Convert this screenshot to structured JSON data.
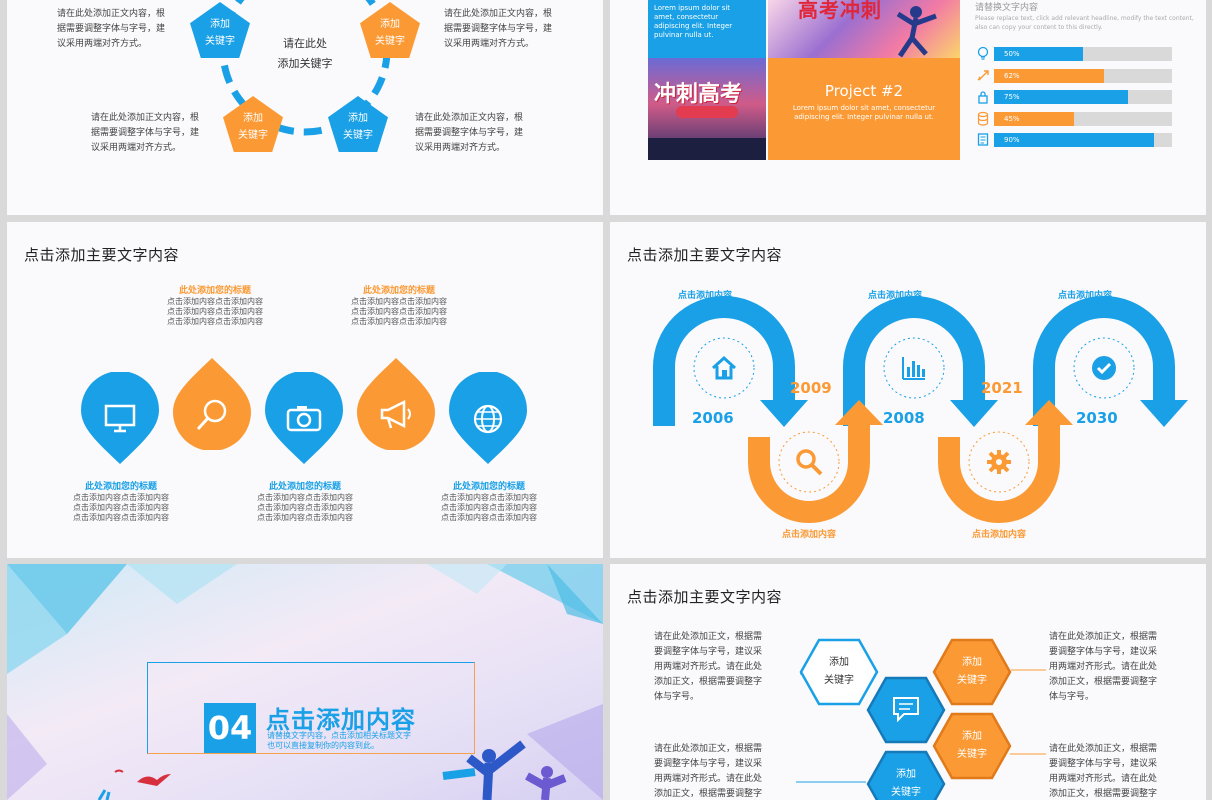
{
  "s1": {
    "center": [
      "请在此处",
      "添加关键字"
    ],
    "pentagons": [
      {
        "l1": "添加",
        "l2": "关键字",
        "color": "#1aa0e6"
      },
      {
        "l1": "添加",
        "l2": "关键字",
        "color": "#fb9a35"
      },
      {
        "l1": "添加",
        "l2": "关键字",
        "color": "#fb9a35"
      },
      {
        "l1": "添加",
        "l2": "关键字",
        "color": "#1aa0e6"
      }
    ],
    "texts": [
      [
        "请在此处添加正文内容，根",
        "据需要调整字体与字号，建",
        "议采用两端对齐方式。"
      ],
      [
        "请在此处添加正文内容，根",
        "据需要调整字体与字号，建",
        "议采用两端对齐方式。"
      ],
      [
        "请在此处添加正文内容，根",
        "据需要调整字体与字号，建",
        "议采用两端对齐方式。"
      ],
      [
        "请在此处添加正文内容，根",
        "据需要调整字体与字号，建",
        "议采用两端对齐方式。"
      ]
    ]
  },
  "s2": {
    "blue_text": [
      "Lorem ipsum dolor sit",
      "amet, consectetur",
      "adipiscing elit. Integer",
      "pulvinar nulla ut."
    ],
    "project_title": "Project #2",
    "project_text": [
      "Lorem ipsum dolor sit amet, consectetur",
      "adipiscing elit. Integer pulvinar nulla ut."
    ],
    "right_heading": "请替换文字内容",
    "right_text": [
      "Please replace text, click add relevant headline, modify the text content,",
      "also can copy your content to this directly."
    ],
    "bars": [
      {
        "label": "50%",
        "value": 0.5,
        "icon": "lightbulb-icon",
        "color": "#1aa0e6"
      },
      {
        "label": "62%",
        "value": 0.62,
        "icon": "rocket-icon",
        "color": "#fb9a35"
      },
      {
        "label": "75%",
        "value": 0.75,
        "icon": "lock-icon",
        "color": "#1aa0e6"
      },
      {
        "label": "45%",
        "value": 0.45,
        "icon": "database-icon",
        "color": "#fb9a35"
      },
      {
        "label": "90%",
        "value": 0.9,
        "icon": "file-icon",
        "color": "#1aa0e6"
      }
    ]
  },
  "s3": {
    "title": "点击添加主要文字内容",
    "top_items": [
      {
        "heading": "此处添加您的标题",
        "lines": [
          "点击添加内容点击添加内容",
          "点击添加内容点击添加内容",
          "点击添加内容点击添加内容"
        ]
      },
      {
        "heading": "此处添加您的标题",
        "lines": [
          "点击添加内容点击添加内容",
          "点击添加内容点击添加内容",
          "点击添加内容点击添加内容"
        ]
      }
    ],
    "bottom_items": [
      {
        "heading": "此处添加您的标题",
        "lines": [
          "点击添加内容点击添加内容",
          "点击添加内容点击添加内容",
          "点击添加内容点击添加内容"
        ]
      },
      {
        "heading": "此处添加您的标题",
        "lines": [
          "点击添加内容点击添加内容",
          "点击添加内容点击添加内容",
          "点击添加内容点击添加内容"
        ]
      },
      {
        "heading": "此处添加您的标题",
        "lines": [
          "点击添加内容点击添加内容",
          "点击添加内容点击添加内容",
          "点击添加内容点击添加内容"
        ]
      }
    ],
    "drops": [
      {
        "icon": "monitor-icon",
        "color": "#1aa0e6"
      },
      {
        "icon": "magnifier-icon",
        "color": "#fb9a35"
      },
      {
        "icon": "camera-icon",
        "color": "#1aa0e6"
      },
      {
        "icon": "megaphone-icon",
        "color": "#fb9a35"
      },
      {
        "icon": "globe-icon",
        "color": "#1aa0e6"
      }
    ]
  },
  "s4": {
    "title": "点击添加主要文字内容",
    "top_labels": [
      "点击添加内容",
      "点击添加内容",
      "点击添加内容"
    ],
    "bottom_labels": [
      "点击添加内容",
      "点击添加内容"
    ],
    "years_blue": [
      "2006",
      "2008",
      "2030"
    ],
    "years_orange": [
      "2009",
      "2021"
    ]
  },
  "s5": {
    "number": "04",
    "heading": "点击添加内容",
    "sub": [
      "请替换文字内容，点击添加相关标题文字",
      "也可以直接复制你的内容到此。"
    ]
  },
  "s6": {
    "title": "点击添加主要文字内容",
    "left_texts": [
      [
        "请在此处添加正文，根据需",
        "要调整字体与字号，建议采",
        "用两端对齐形式。请在此处",
        "添加正文，根据需要调整字",
        "体与字号。"
      ],
      [
        "请在此处添加正文，根据需",
        "要调整字体与字号，建议采",
        "用两端对齐形式。请在此处",
        "添加正文，根据需要调整字"
      ]
    ],
    "right_texts": [
      [
        "请在此处添加正文，根据需",
        "要调整字体与字号，建议采",
        "用两端对齐形式。请在此处",
        "添加正文，根据需要调整字",
        "体与字号。"
      ],
      [
        "请在此处添加正文，根据需",
        "要调整字体与字号，建议采",
        "用两端对齐形式。请在此处",
        "添加正文，根据需要调整字"
      ]
    ],
    "hexes": [
      {
        "l1": "添加",
        "l2": "关键字"
      },
      {
        "l1": "添加",
        "l2": "关键字"
      },
      {
        "l1": "添加",
        "l2": "关键字"
      },
      {
        "l1": "添加",
        "l2": "关键字"
      }
    ]
  },
  "colors": {
    "blue": "#1aa0e6",
    "orange": "#fb9a35"
  }
}
